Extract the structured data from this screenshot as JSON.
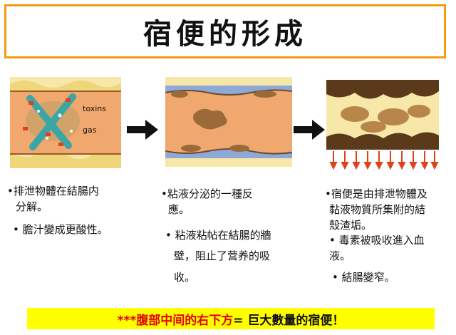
{
  "title": "宿便的形成",
  "panel1": {
    "label_toxins": "toxins",
    "label_gas": "gas",
    "bullet1": "•排泄物體在結腸内",
    "bullet1_cont": "分解。",
    "bullet2": "• 膽汁變成更酸性。"
  },
  "panel2": {
    "bullet1": "•粘液分泌的一種反",
    "bullet1_cont": "應。",
    "bullet2": "• 粘液粘帖在結腸的牆",
    "bullet2_cont1": "壁，阻止了营养的吸",
    "bullet2_cont2": "收。"
  },
  "panel3": {
    "bullet1": "•宿便是由排泄物體及",
    "bullet1_cont1": "黏液物質所集附的結",
    "bullet1_cont2": "殼渣垢。",
    "bullet2": "• 毒素被吸收進入血",
    "bullet2_cont": "液。",
    "bullet3": "• 結腸變窄。"
  },
  "bottom": {
    "red_part": "***腹部中间的右下方",
    "black_part": " = 巨大數量的宿便！"
  }
}
